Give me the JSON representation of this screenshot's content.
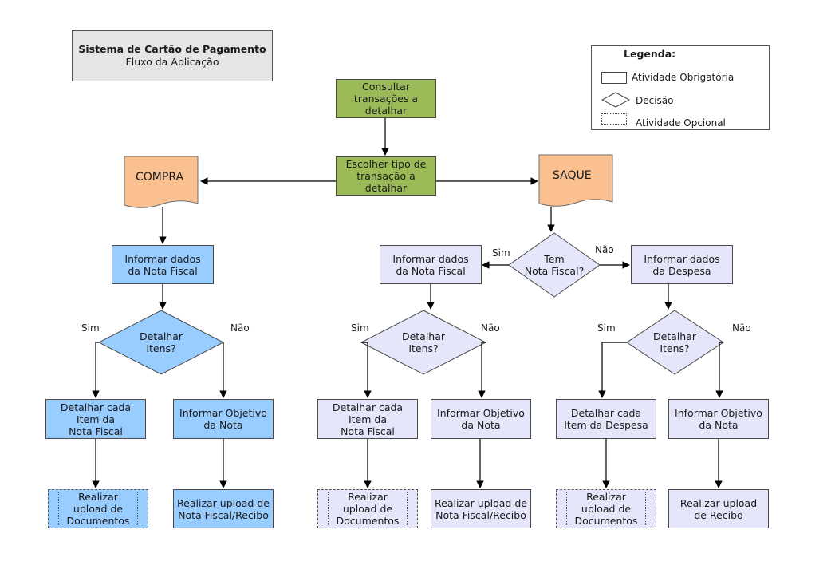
{
  "title": {
    "line1": "Sistema de Cartão de Pagamento",
    "line2": "Fluxo da Aplicação"
  },
  "legend": {
    "heading": "Legenda:",
    "mandatory": "Atividade Obrigatória",
    "decision": "Decisão",
    "optional": "Atividade Opcional"
  },
  "colors": {
    "start": "#9bbb59",
    "compra": "#99ccff",
    "saque": "#e6e6fa",
    "document": "#fac090",
    "title_bg": "#e5e5e5"
  },
  "top": {
    "consult": "Consultar\ntransações a\ndetalhar",
    "choose": "Escolher tipo de\ntransação a\ndetalhar"
  },
  "branches": {
    "compra": "COMPRA",
    "saque": "SAQUE"
  },
  "compra": {
    "info_nf": "Informar dados\nda Nota Fiscal",
    "decision": "Detalhar\nItens?",
    "yes": "Sim",
    "no": "Não",
    "detail_items": "Detalhar cada\nItem da\nNota Fiscal",
    "objective": "Informar Objetivo\nda Nota",
    "upload_docs": "Realizar\nupload de\nDocumentos",
    "upload_nf": "Realizar upload de\nNota Fiscal/Recibo"
  },
  "saque": {
    "decision": "Tem\nNota Fiscal?",
    "yes": "Sim",
    "no": "Não",
    "nf": {
      "info": "Informar dados\nda Nota Fiscal",
      "decision": "Detalhar\nItens?",
      "yes": "Sim",
      "no": "Não",
      "detail_items": "Detalhar cada\nItem da\nNota Fiscal",
      "objective": "Informar Objetivo\nda Nota",
      "upload_docs": "Realizar\nupload de\nDocumentos",
      "upload_nf": "Realizar upload de\nNota Fiscal/Recibo"
    },
    "despesa": {
      "info": "Informar dados\nda Despesa",
      "decision": "Detalhar\nItens?",
      "yes": "Sim",
      "no": "Não",
      "detail_items": "Detalhar cada\nItem da Despesa",
      "objective": "Informar Objetivo\nda Nota",
      "upload_docs": "Realizar\nupload de\nDocumentos",
      "upload_recibo": "Realizar upload\nde Recibo"
    }
  }
}
